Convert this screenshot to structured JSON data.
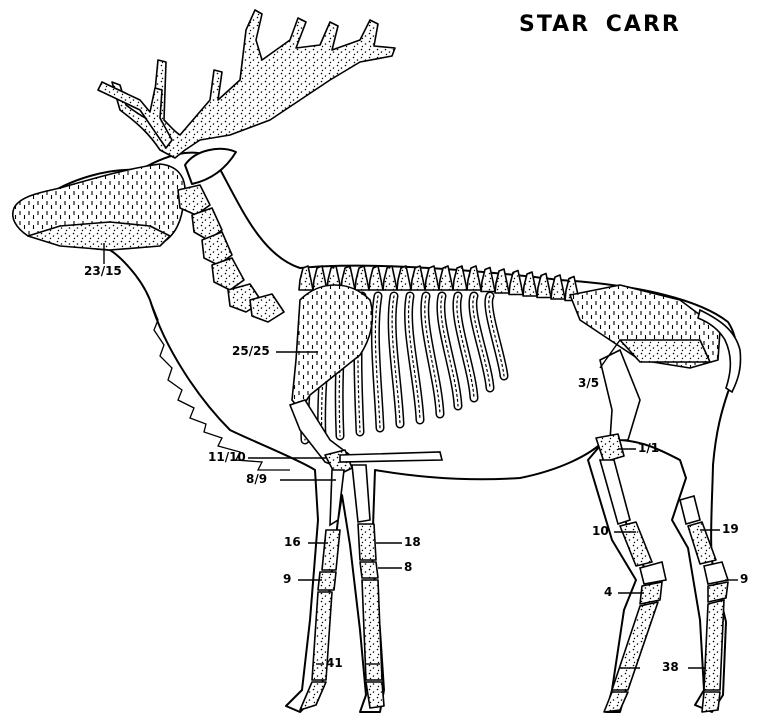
{
  "title": "STAR CARR",
  "labels": {
    "skull": "23/15",
    "scapula": "25/25",
    "humerus": "11/10",
    "radius": "8/9",
    "metacarpal_upper_left": "16",
    "carpal_left": "9",
    "metacarpal_left": "41",
    "metacarpal_upper_right": "18",
    "carpal_right": "8",
    "pelvis": "3/5",
    "femur": "1/1",
    "tibia_left": "10",
    "tarsal_left": "4",
    "metatarsal": "38",
    "tibia_right": "19",
    "tarsal_right": "9"
  }
}
